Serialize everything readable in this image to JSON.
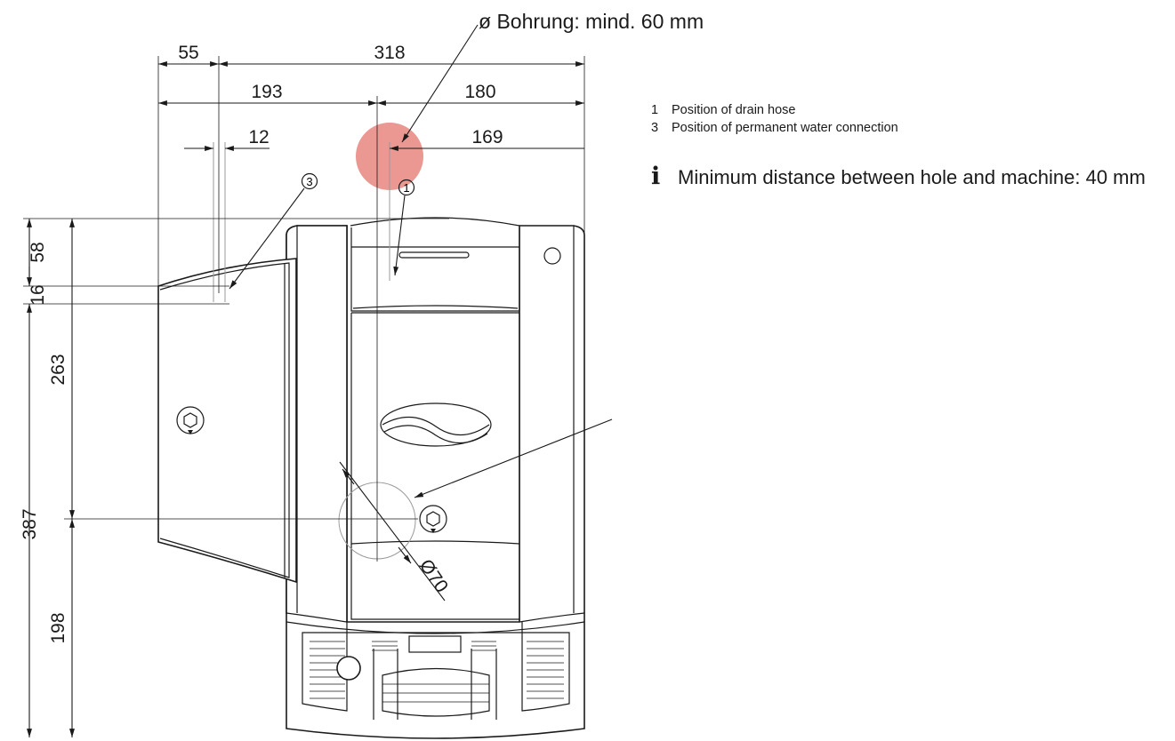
{
  "header": {
    "bohrung_label": "ø Bohrung: mind. 60 mm"
  },
  "dimensions": {
    "top": {
      "d55": "55",
      "d318": "318",
      "d193": "193",
      "d180": "180",
      "d12": "12",
      "d169": "169"
    },
    "left": {
      "d58": "58",
      "d16": "16",
      "d263": "263",
      "d387": "387",
      "d198": "198"
    },
    "diameter": "Ø70"
  },
  "markers": {
    "m1": "1",
    "m3": "3"
  },
  "legend": {
    "items": [
      {
        "num": "1",
        "label": "Position of drain hose"
      },
      {
        "num": "3",
        "label": "Position of permanent water connection"
      }
    ]
  },
  "note": {
    "icon": "info-icon",
    "text": "Minimum distance between hole and machine: 40 mm"
  },
  "colors": {
    "hole_highlight": "#e8857f",
    "line": "#1a1a1a"
  }
}
